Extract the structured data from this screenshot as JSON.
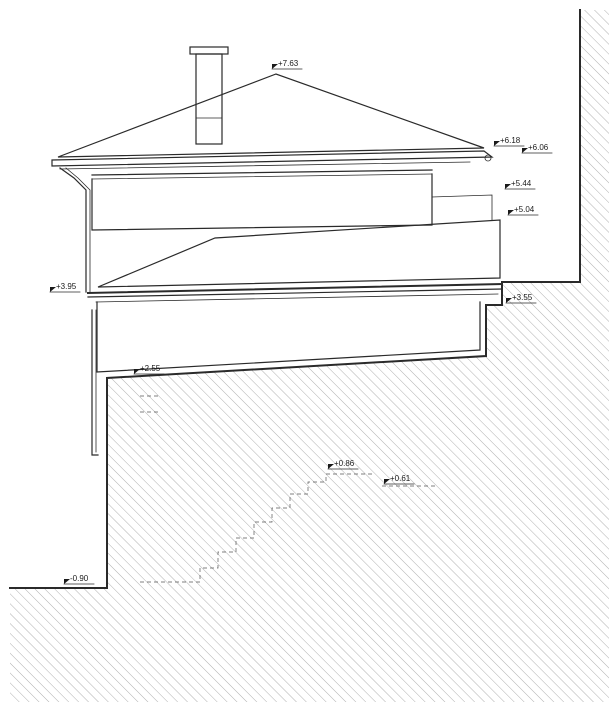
{
  "colors": {
    "line": "#2a2a2a",
    "hatch": "#7a7a7a",
    "background": "#ffffff"
  },
  "levels": [
    {
      "id": "ridge",
      "label": "+7.63"
    },
    {
      "id": "eave-upper",
      "label": "+6.18"
    },
    {
      "id": "eave-gutter",
      "label": "+6.06"
    },
    {
      "id": "wall-top",
      "label": "+5.44"
    },
    {
      "id": "lower-roof-top",
      "label": "+5.04"
    },
    {
      "id": "lower-eave",
      "label": "+3.95"
    },
    {
      "id": "terrace-right",
      "label": "+3.55"
    },
    {
      "id": "ground-upper",
      "label": "+2.55"
    },
    {
      "id": "stair-mid",
      "label": "+0.86"
    },
    {
      "id": "stair-low",
      "label": "+0.61"
    },
    {
      "id": "ground-lower",
      "label": "-0.90"
    }
  ]
}
